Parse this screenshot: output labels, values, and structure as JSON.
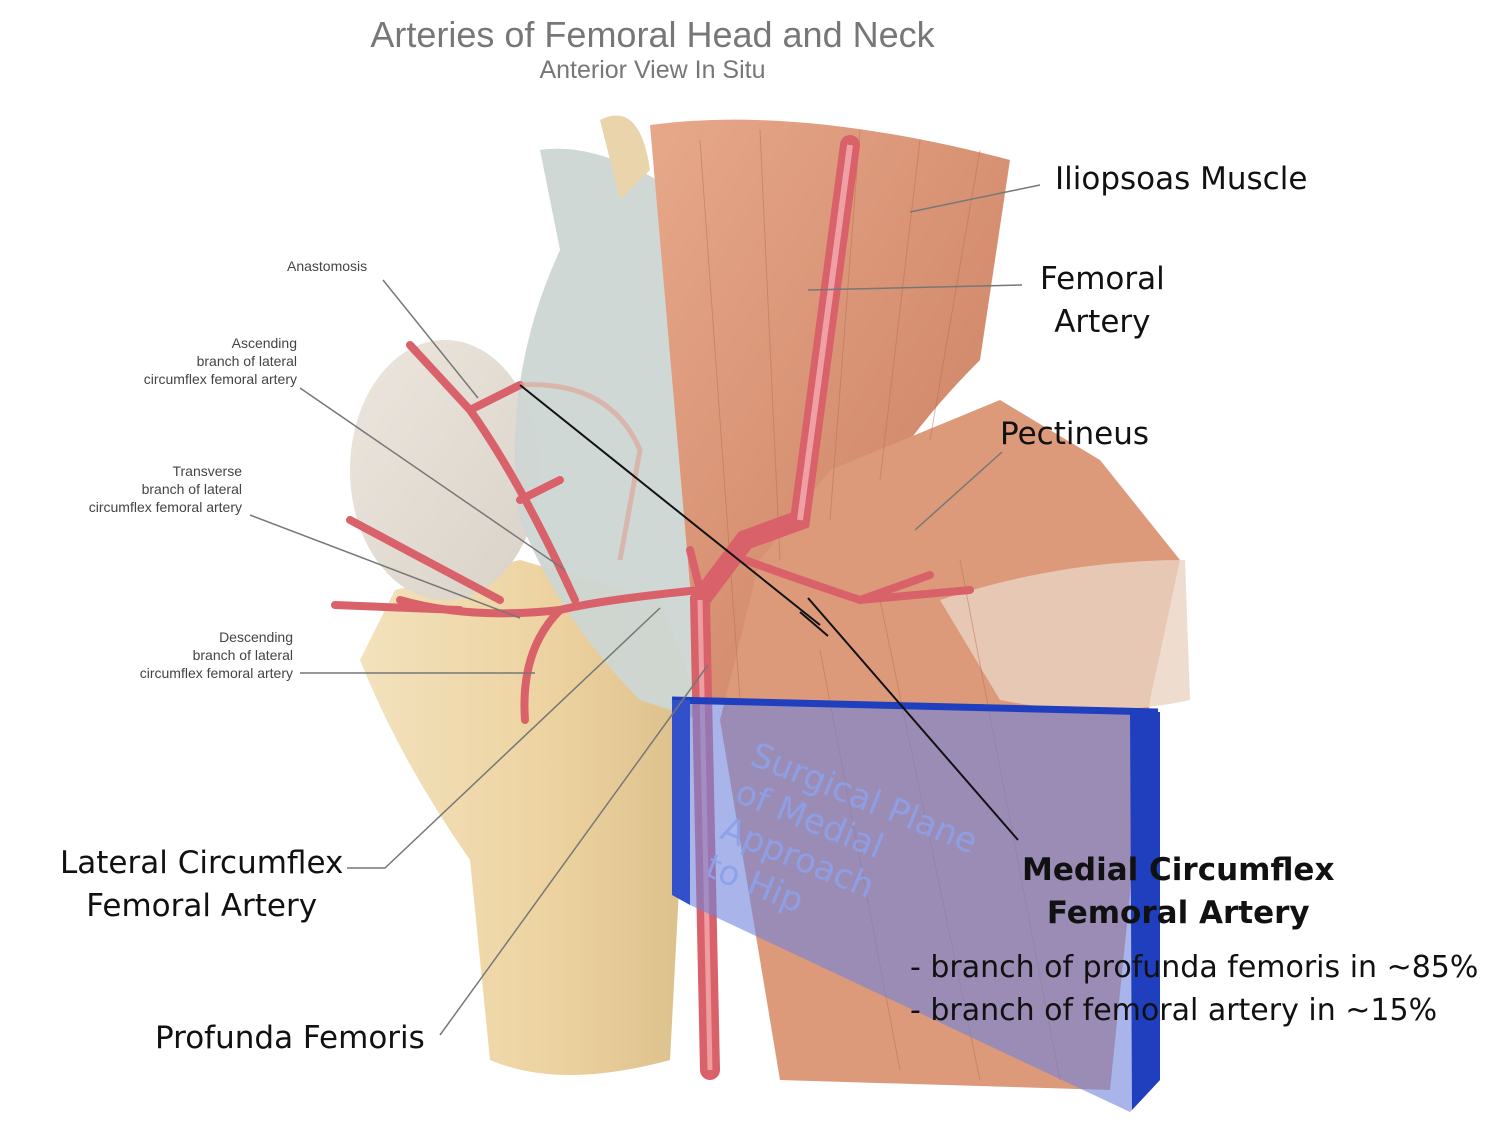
{
  "figure": {
    "title": "Arteries of Femoral Head and Neck",
    "subtitle": "Anterior View In Situ"
  },
  "labels": {
    "iliopsoas": "Iliopsoas Muscle",
    "femoral_artery": [
      "Femoral",
      "Artery"
    ],
    "pectineus": "Pectineus",
    "anastomosis": "Anastomosis",
    "ascending": [
      "Ascending",
      "branch of lateral",
      "circumflex femoral artery"
    ],
    "transverse": [
      "Transverse",
      "branch of lateral",
      "circumflex femoral artery"
    ],
    "descending": [
      "Descending",
      "branch of lateral",
      "circumflex femoral artery"
    ],
    "lateral_circumflex": [
      "Lateral Circumflex",
      "Femoral Artery"
    ],
    "profunda": "Profunda Femoris",
    "medial_circumflex": [
      "Medial Circumflex",
      "Femoral Artery"
    ],
    "notes": [
      "- branch of profunda femoris in ~85%",
      "- branch of femoral artery in ~15%"
    ],
    "surgical_plane": [
      "Surgical Plane",
      "of Medial",
      "Approach",
      "to Hip"
    ]
  },
  "colors": {
    "plane_fill": "#6f84dc",
    "plane_edge": "#1f3fbf",
    "artery": "#d9626a",
    "muscle": "#d48a6a",
    "bone": "#efd7a6",
    "capsule": "#c9d3d2"
  }
}
